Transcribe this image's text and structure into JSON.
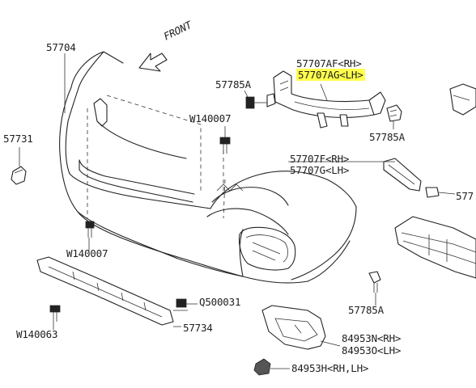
{
  "front_label": "FRONT",
  "labels": {
    "p57704": "57704",
    "p57731": "57731",
    "p57785a_top": "57785A",
    "w140007_top": "W140007",
    "p57707af": "57707AF<RH>",
    "p57707ag": "57707AG<LH>",
    "p57785a_right": "57785A",
    "p57707f": "57707F<RH>",
    "p57707g": "57707G<LH>",
    "p577_cut": "577",
    "w140007_bottom": "W140007",
    "q500031": "Q500031",
    "w140063": "W140063",
    "p57734": "57734",
    "p57785a_low": "57785A",
    "p84953n": "84953N<RH>",
    "p84953o": "84953O<LH>",
    "p84953h": "84953H<RH,LH>"
  },
  "colors": {
    "highlight": "#ffff4d",
    "line": "#222222"
  }
}
